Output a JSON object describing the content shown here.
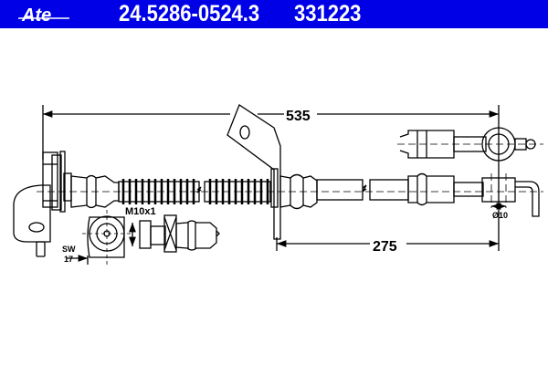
{
  "header": {
    "brand": "Ate",
    "part_number": "24.5286-0524.3",
    "reference_number": "331223",
    "background_color": "#0000e6",
    "text_color": "#ffffff"
  },
  "drawing": {
    "dimensions": {
      "overall_length": "535",
      "partial_length": "275",
      "thread": "M10x1",
      "wrench_size_label": "SW",
      "wrench_size_value": "17",
      "diameter": "Ø10"
    },
    "line_color": "#000000"
  }
}
